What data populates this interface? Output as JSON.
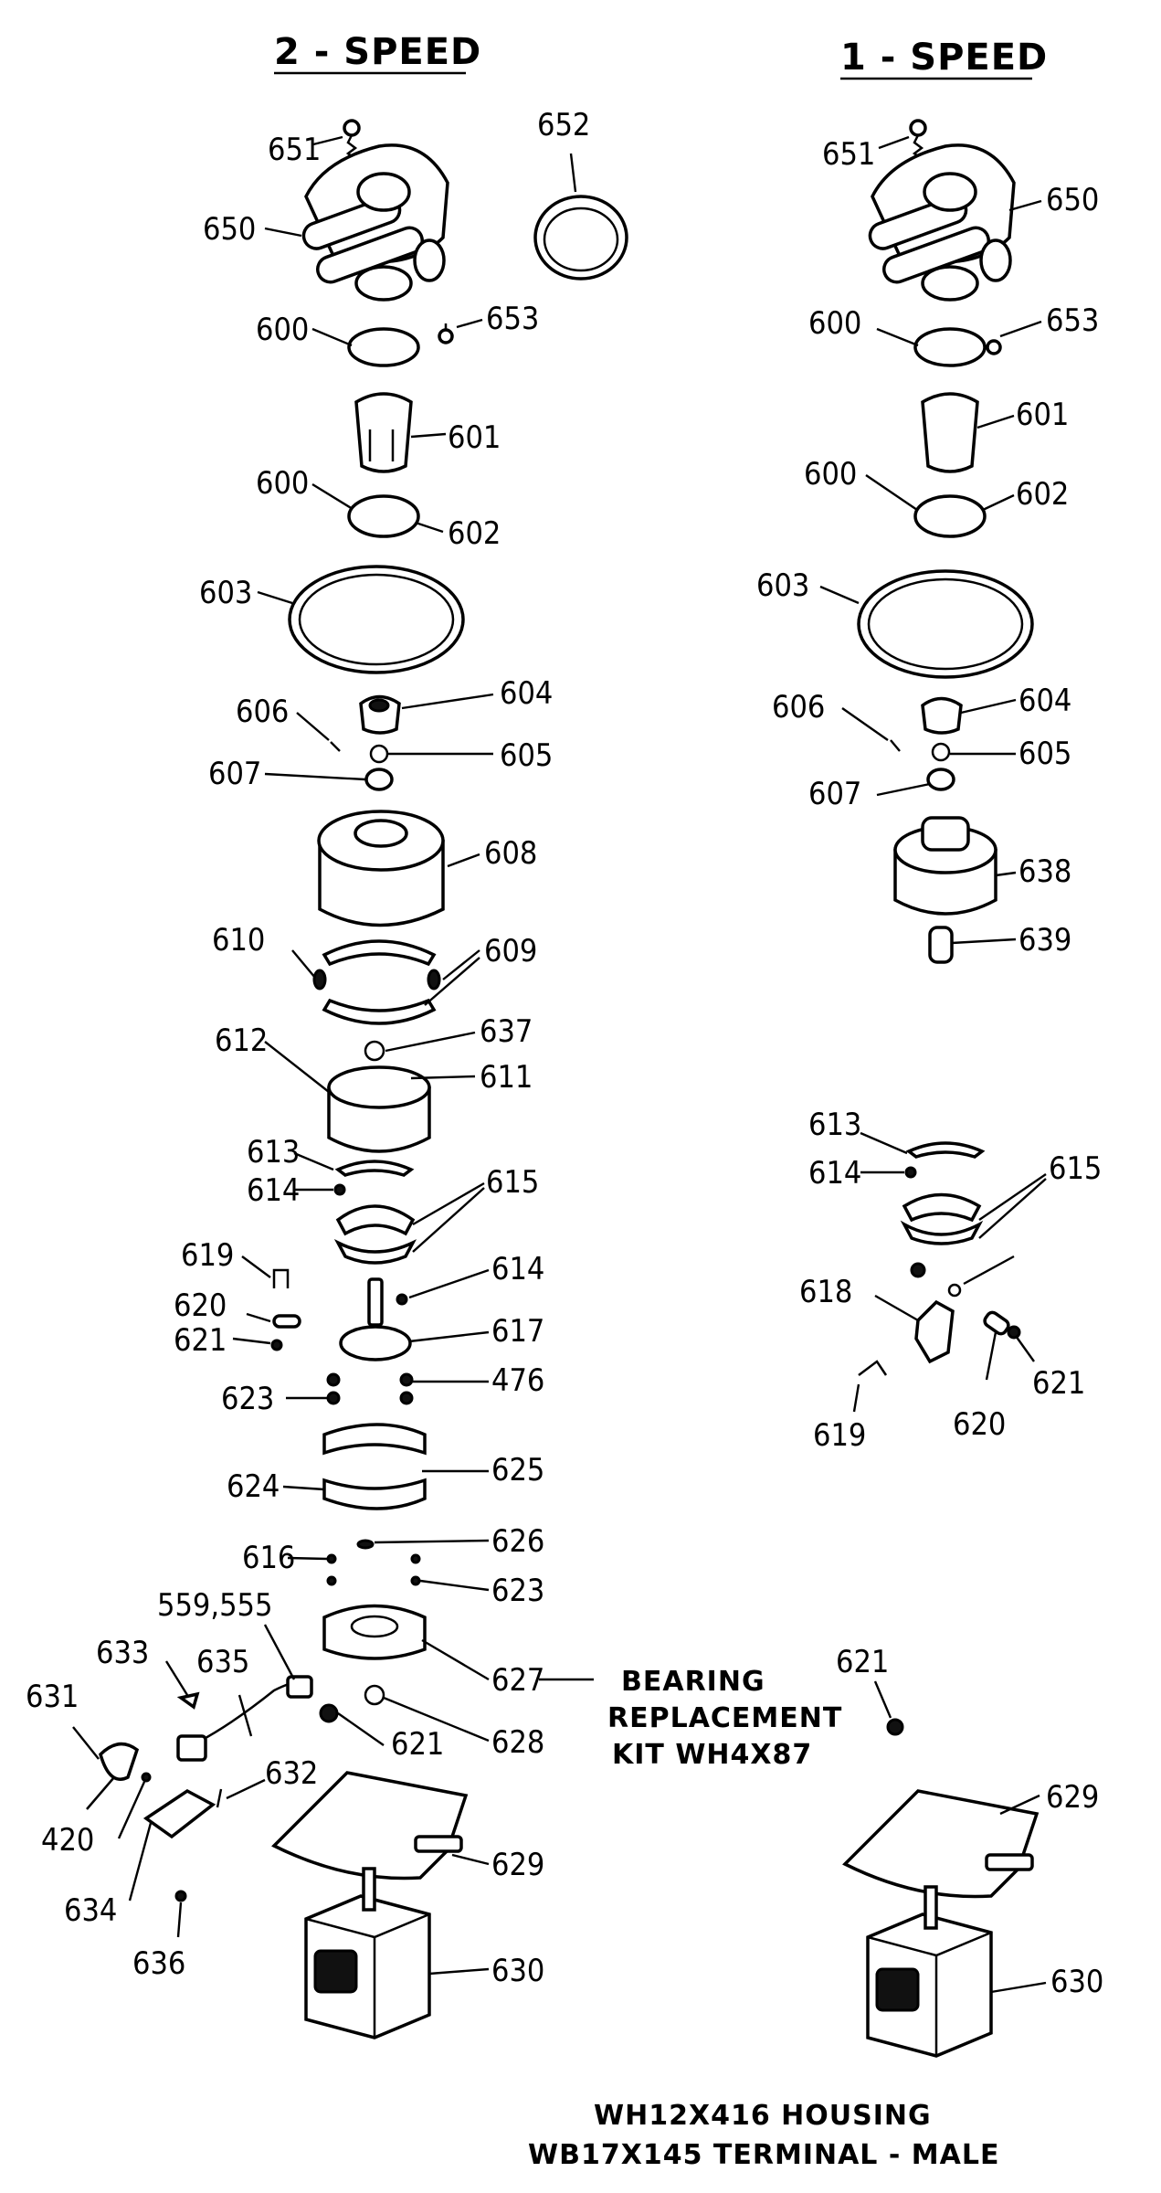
{
  "headers": {
    "left": "2 - SPEED",
    "right": "1 - SPEED"
  },
  "bearing_note": {
    "line1": "BEARING",
    "line2": "REPLACEMENT",
    "line3": "KIT WH4X87"
  },
  "footer": {
    "line1": "WH12X416 HOUSING",
    "line2": "WB17X145 TERMINAL - MALE"
  },
  "left_labels": [
    "651",
    "652",
    "650",
    "600",
    "653",
    "601",
    "600",
    "602",
    "603",
    "606",
    "604",
    "605",
    "607",
    "608",
    "610",
    "609",
    "637",
    "612",
    "611",
    "613",
    "614",
    "615",
    "619",
    "614",
    "620",
    "617",
    "621",
    "623",
    "476",
    "624",
    "625",
    "616",
    "626",
    "623",
    "559,555",
    "633",
    "635",
    "627",
    "631",
    "621",
    "628",
    "632",
    "420",
    "629",
    "634",
    "636",
    "630"
  ],
  "right_labels": [
    "651",
    "650",
    "600",
    "653",
    "601",
    "600",
    "602",
    "603",
    "606",
    "604",
    "605",
    "607",
    "638",
    "639",
    "613",
    "614",
    "615",
    "618",
    "621",
    "620",
    "619",
    "621",
    "629",
    "630"
  ]
}
